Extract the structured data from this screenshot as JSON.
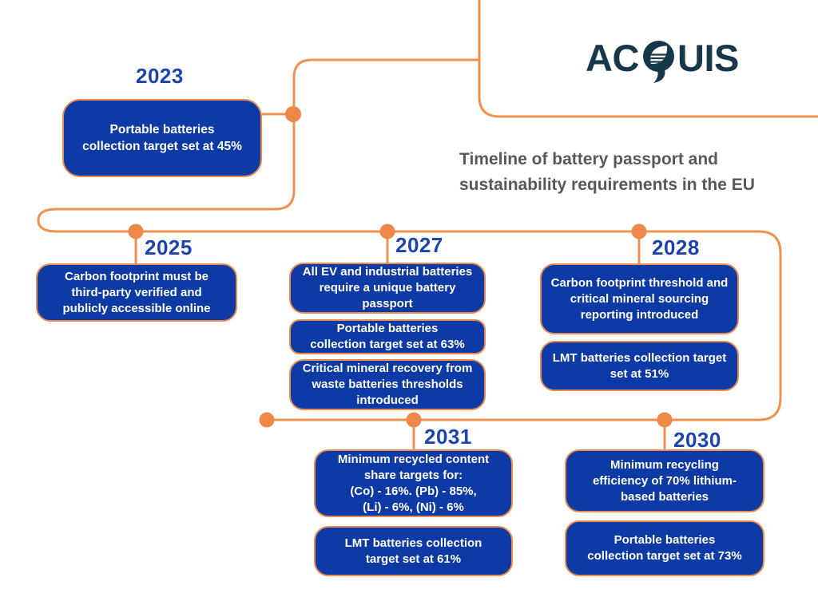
{
  "title": "Timeline of battery passport and\nsustainability requirements in the EU",
  "logo": {
    "full": "ACQUIS",
    "part1": "AC",
    "part2": "UIS",
    "leaf_icon": "leaf-icon"
  },
  "colors": {
    "box_blue": "#0d3aa5",
    "year_blue": "#1d43ae",
    "line_orange": "#f0914f",
    "dot_orange": "#ef8749",
    "border_orange": "#e98c51",
    "title_gray": "#55585c",
    "logo_navy": "#16384a",
    "box_text": "#ffffff",
    "background": "#ffffff"
  },
  "timeline": {
    "events": [
      {
        "year": "2023",
        "items": [
          "Portable batteries\ncollection target set at 45%"
        ]
      },
      {
        "year": "2025",
        "items": [
          "Carbon footprint must be\nthird-party verified and\npublicly accessible online"
        ]
      },
      {
        "year": "2027",
        "items": [
          "All EV and industrial batteries\nrequire a unique battery\npassport",
          "Portable batteries\ncollection target set at 63%",
          "Critical mineral recovery from\nwaste batteries thresholds\nintroduced"
        ]
      },
      {
        "year": "2028",
        "items": [
          "Carbon footprint threshold and\ncritical mineral sourcing\nreporting introduced",
          "LMT batteries collection target\nset at 51%"
        ]
      },
      {
        "year": "2031",
        "items": [
          "Minimum recycled content\nshare targets for:\n(Co) - 16%. (Pb) - 85%,\n(Li) - 6%, (Ni) - 6%",
          "LMT batteries collection\ntarget set at 61%"
        ]
      },
      {
        "year": "2030",
        "items": [
          "Minimum recycling\nefficiency of 70% lithium-\nbased batteries",
          "Portable batteries\ncollection target set at 73%"
        ]
      }
    ]
  }
}
